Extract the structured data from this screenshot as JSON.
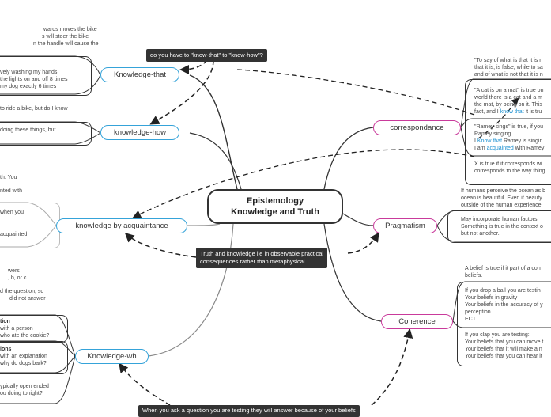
{
  "center": {
    "line1": "Epistemology",
    "line2": "Knowledge and Truth"
  },
  "branches": {
    "knowledge_that": "Knowledge-that",
    "knowledge_how": "knowledge-how",
    "knowledge_acquaintance": "knowledge by acquaintance",
    "knowledge_wh": "Knowledge-wh",
    "correspondance": "correspondance",
    "pragmatism": "Pragmatism",
    "coherence": "Coherence"
  },
  "callouts": {
    "know_that_how": "do you have to \"know-that\" to \"know-how\"?",
    "practical_1": "Truth and knowledge lie in observable practical",
    "practical_2": "consequences rather than metaphysical.",
    "bottom": "When you ask a question you are testing they will answer because of your beliefs"
  },
  "left_text": {
    "kt1": [
      "wards moves the bike",
      "s will steer the bike",
      "n the handle will cause the"
    ],
    "kt2": [
      "vely washing my hands",
      "the lights on and off 8 times",
      "my dog exactly 6 times"
    ],
    "kh1": "to ride a bike, but do I know",
    "kh2": [
      "doing these things, but I",
      "."
    ],
    "ka": [
      "th. You",
      "nted with",
      "when you",
      "acquainted"
    ],
    "wh1": [
      "wers",
      ", b, or c",
      "d the question, so",
      "did not answer"
    ],
    "wh2": [
      "tion",
      "with a person",
      "who ate the cookie?"
    ],
    "wh3": [
      "ions",
      "with an explanation",
      "why do dogs bark?"
    ],
    "wh4": [
      "ypically open ended",
      "ou doing tonight?"
    ]
  },
  "right_text": {
    "corr1": [
      "\"To say of what is that it is n",
      "that it is, is false, while to sa",
      "and of what is not that it is n"
    ],
    "corr2": {
      "line1": "\"A cat is on a mat\" is true on",
      "line2": "world there is a cat and a m",
      "line3": "the mat, by being on it. This",
      "line4_pre": "fact, and I ",
      "line4_hl": "know that",
      "line4_post": " it is tru"
    },
    "corr3": {
      "line1": "\"Ramey sings\" is true, if you",
      "line2": "Ramey singing.",
      "line3_pre": "I ",
      "line3_hl": "Know that",
      "line3_post": " Ramey is singin",
      "line4_pre": "I am ",
      "line4_hl": "acquainted",
      "line4_post": " with Ramey"
    },
    "corr4": [
      "X is true if it corresponds wi",
      "corresponds to the way thing"
    ],
    "prag1": [
      "If humans perceive the ocean as b",
      "ocean is beautiful. Even if beauty",
      "outside of the human experience"
    ],
    "prag2": [
      "May incorporate human factors",
      "Something is true in the context o",
      "but not another."
    ],
    "coh1": [
      "A belief is true if it part of a coh",
      "beliefs."
    ],
    "coh2": [
      "If you drop a ball you are testin",
      "Your beliefs in gravity",
      "Your beliefs in the accuracy of y",
      "perception",
      "ECT."
    ],
    "coh3": [
      "If you clap you are testing:",
      "Your beliefs that you can move t",
      "Your beliefs that it will make a n",
      "Your beliefs that you can hear it"
    ]
  }
}
